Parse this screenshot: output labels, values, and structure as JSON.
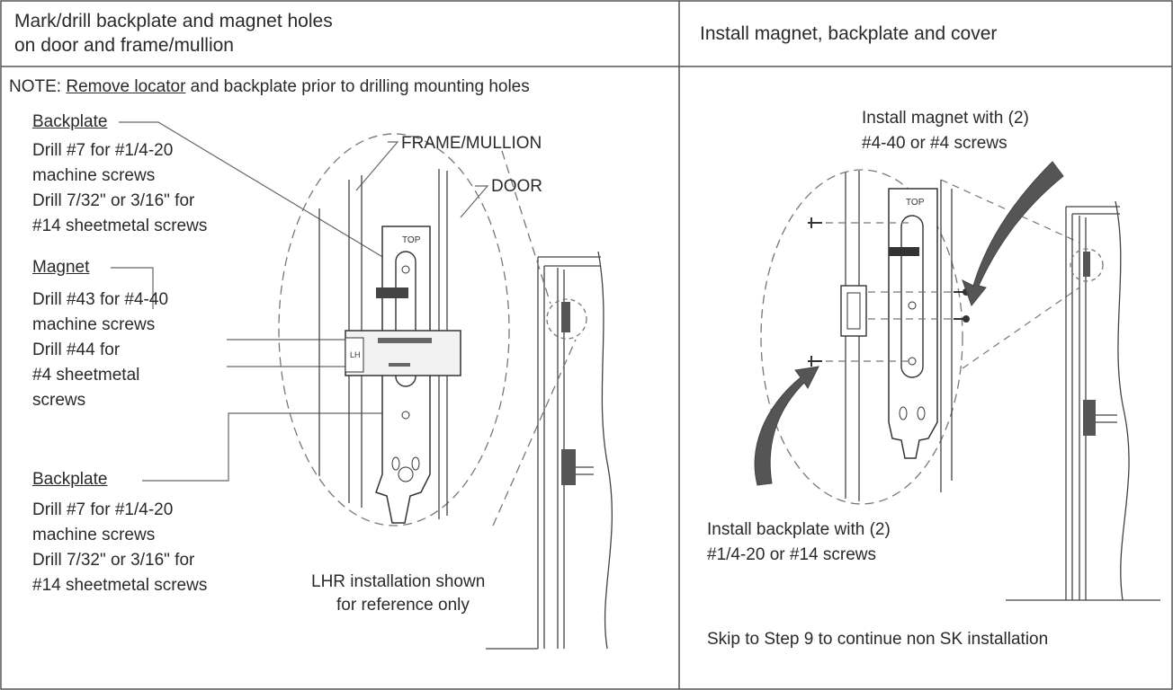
{
  "headers": {
    "left_line1": "Mark/drill backplate and magnet holes",
    "left_line2": "on door and frame/mullion",
    "right": "Install magnet, backplate and cover"
  },
  "left": {
    "note_prefix": "NOTE: ",
    "note_underlined": "Remove locator",
    "note_suffix": " and backplate prior to drilling mounting holes",
    "backplate_top": {
      "title": "Backplate",
      "lines": [
        "Drill #7 for #1/4-20",
        "machine screws",
        "Drill 7/32\" or 3/16\" for",
        "#14 sheetmetal screws"
      ]
    },
    "magnet": {
      "title": "Magnet",
      "lines": [
        "Drill #43 for #4-40",
        "machine screws",
        "Drill #44 for",
        "#4 sheetmetal",
        "screws"
      ]
    },
    "backplate_bottom": {
      "title": "Backplate",
      "lines": [
        "Drill #7 for #1/4-20",
        "machine screws",
        "Drill 7/32\" or 3/16\" for",
        "#14 sheetmetal screws"
      ]
    },
    "callouts": {
      "frame": "FRAME/MULLION",
      "door": "DOOR"
    },
    "lhr_line1": "LHR installation shown",
    "lhr_line2": "for reference only",
    "top_label": "TOP",
    "lh_label": "LH"
  },
  "right": {
    "magnet_line1": "Install magnet with (2)",
    "magnet_line2": "#4-40 or #4 screws",
    "backplate_line1": "Install backplate with (2)",
    "backplate_line2": "#1/4-20 or #14 screws",
    "skip": "Skip to Step 9 to continue non SK installation",
    "top_label": "TOP"
  }
}
